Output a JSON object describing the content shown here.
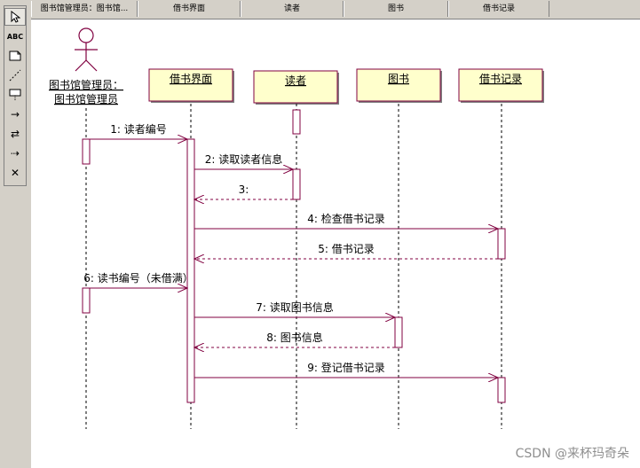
{
  "header_tabs": [
    "图书馆管理员：图书馆...",
    "借书界面",
    "读者",
    "图书",
    "借书记录"
  ],
  "tools": [
    {
      "name": "select-arrow-icon",
      "symbol": ""
    },
    {
      "name": "text-tool-icon",
      "symbol": "ABC"
    },
    {
      "name": "note-tool-icon",
      "symbol": ""
    },
    {
      "name": "anchor-line-icon",
      "symbol": ""
    },
    {
      "name": "constraint-icon",
      "symbol": ""
    },
    {
      "name": "message-arrow-icon",
      "symbol": "→"
    },
    {
      "name": "return-message-icon",
      "symbol": "⇄"
    },
    {
      "name": "async-message-icon",
      "symbol": "⇢"
    },
    {
      "name": "delete-icon",
      "symbol": "✕"
    }
  ],
  "actor": {
    "line1": "图书馆管理员：",
    "line2": "图书馆管理员"
  },
  "objects": [
    "借书界面",
    "读者",
    "图书",
    "借书记录"
  ],
  "messages": [
    {
      "label": "1: 读者编号",
      "from": 0,
      "to": 1,
      "type": "call"
    },
    {
      "label": "2: 读取读者信息",
      "from": 1,
      "to": 2,
      "type": "call"
    },
    {
      "label": "3:",
      "from": 2,
      "to": 1,
      "type": "return"
    },
    {
      "label": "4: 检查借书记录",
      "from": 1,
      "to": 4,
      "type": "call"
    },
    {
      "label": "5: 借书记录",
      "from": 4,
      "to": 1,
      "type": "return"
    },
    {
      "label": "6: 读书编号（未借满）",
      "from": 0,
      "to": 1,
      "type": "call"
    },
    {
      "label": "7: 读取图书信息",
      "from": 1,
      "to": 3,
      "type": "call"
    },
    {
      "label": "8: 图书信息",
      "from": 3,
      "to": 1,
      "type": "return"
    },
    {
      "label": "9: 登记借书记录",
      "from": 1,
      "to": 4,
      "type": "call"
    }
  ],
  "watermark": "CSDN @来杯玛奇朵",
  "colors": {
    "object_fill": "#ffffcc",
    "object_border": "#800040",
    "message_line": "#800040",
    "lifeline": "#000000"
  }
}
